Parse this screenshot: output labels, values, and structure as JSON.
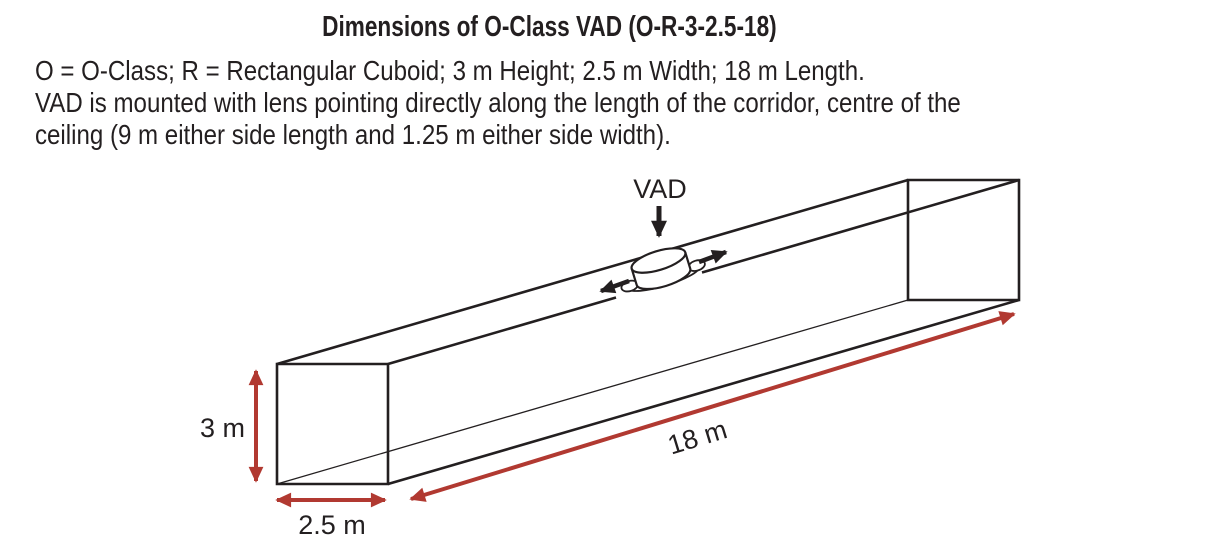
{
  "title": "Dimensions of O-Class VAD (O-R-3-2.5-18)",
  "description_lines": [
    "O = O-Class; R = Rectangular Cuboid; 3 m Height; 2.5 m Width; 18 m Length.",
    "VAD is mounted with lens pointing directly along the length of the corridor, centre of the",
    "ceiling (9 m either side length and 1.25 m either side width)."
  ],
  "diagram": {
    "device_label": "VAD",
    "dimensions": {
      "height": "3 m",
      "width": "2.5 m",
      "length": "18 m"
    },
    "colors": {
      "line": "#231f20",
      "dimension": "#b13931",
      "background": "#ffffff"
    }
  }
}
